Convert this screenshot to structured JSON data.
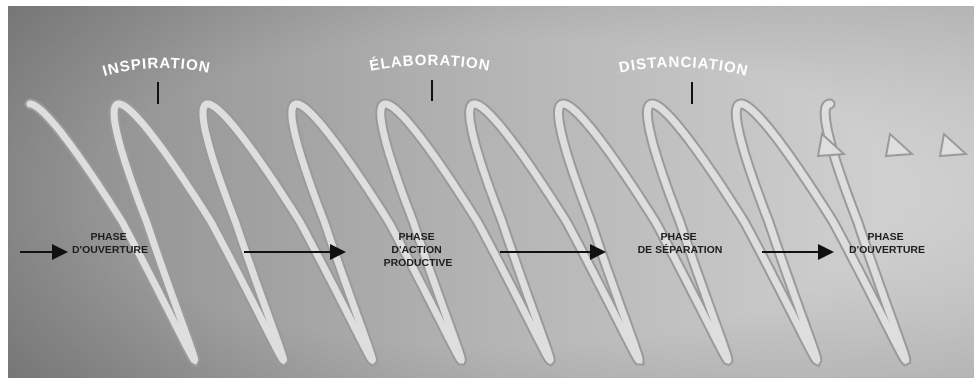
{
  "colors": {
    "background_light": "#c9c9c9",
    "background_dark": "#8f8f8f",
    "coil": "#dedede",
    "coil_edge": "#9a9a9a",
    "arrow": "#111111",
    "label_text": "#ffffff"
  },
  "stage_labels": [
    {
      "text": "INSPIRATION"
    },
    {
      "text": "ÉLABORATION"
    },
    {
      "text": "DISTANCIATION"
    }
  ],
  "phases": [
    {
      "lines": [
        "PHASE",
        "D'OUVERTURE"
      ]
    },
    {
      "lines": [
        "PHASE",
        "D'ACTION",
        "PRODUCTIVE"
      ]
    },
    {
      "lines": [
        "PHASE",
        "DE SÉPARATION"
      ]
    },
    {
      "lines": [
        "PHASE",
        "D'OUVERTURE"
      ]
    }
  ],
  "coil": {
    "loops": 9
  },
  "arrowheads": 3
}
